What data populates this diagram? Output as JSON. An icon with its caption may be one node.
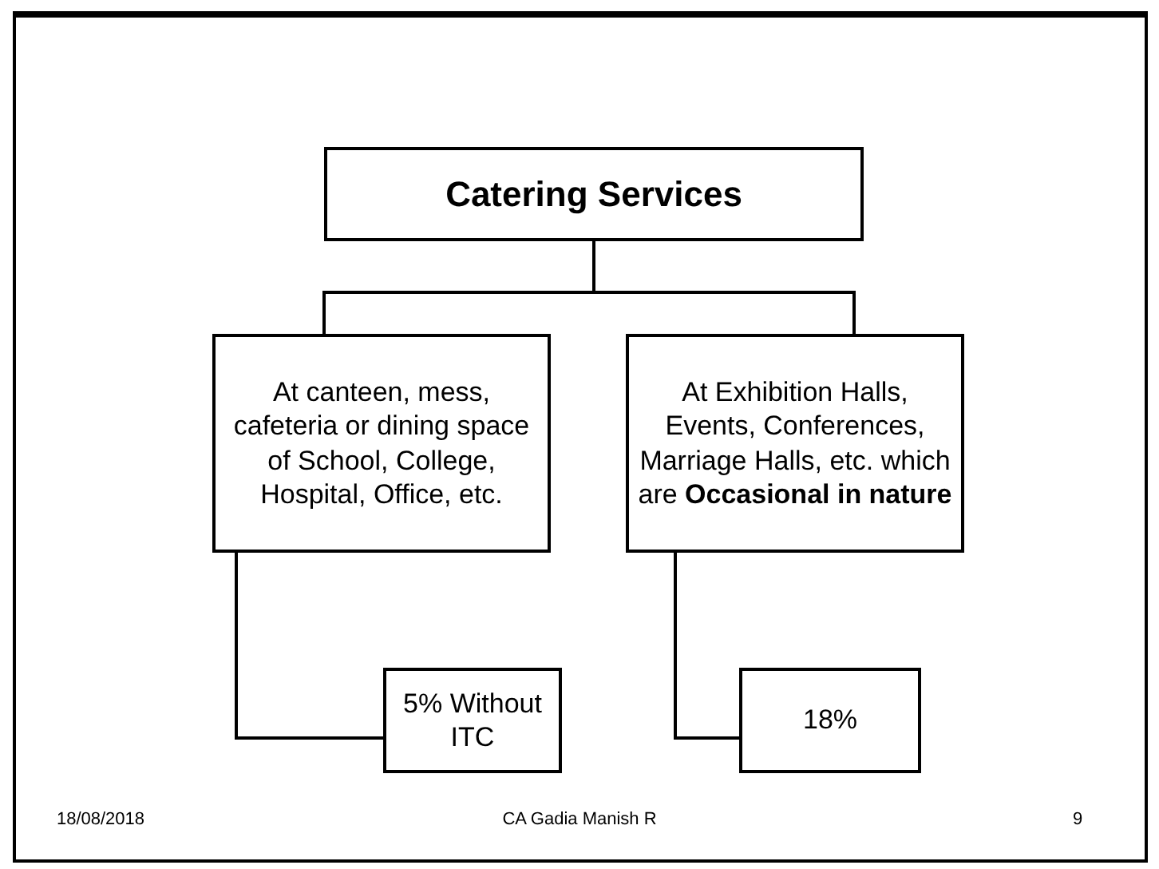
{
  "diagram": {
    "nodes": [
      {
        "text": [
          "Catering Services"
        ]
      },
      {
        "text": [
          "At canteen, mess, cafeteria or dining space of School, College, Hospital, Office, etc."
        ]
      },
      {
        "text": [
          "At Exhibition Halls, Events, Conferences, Marriage Halls, etc. which are **Occasional in nature**"
        ]
      },
      {
        "text": [
          "5% Without ITC"
        ]
      },
      {
        "text": [
          "18%"
        ]
      }
    ],
    "edges": [
      {
        "from": 0,
        "to": 1,
        "arrow": "none"
      },
      {
        "from": 0,
        "to": 2,
        "arrow": "none"
      },
      {
        "from": 1,
        "to": 3,
        "arrow": "none"
      },
      {
        "from": 2,
        "to": 4,
        "arrow": "none"
      }
    ],
    "labels": [
      "18/08/2018",
      "CA Gadia Manish R",
      "9"
    ]
  }
}
